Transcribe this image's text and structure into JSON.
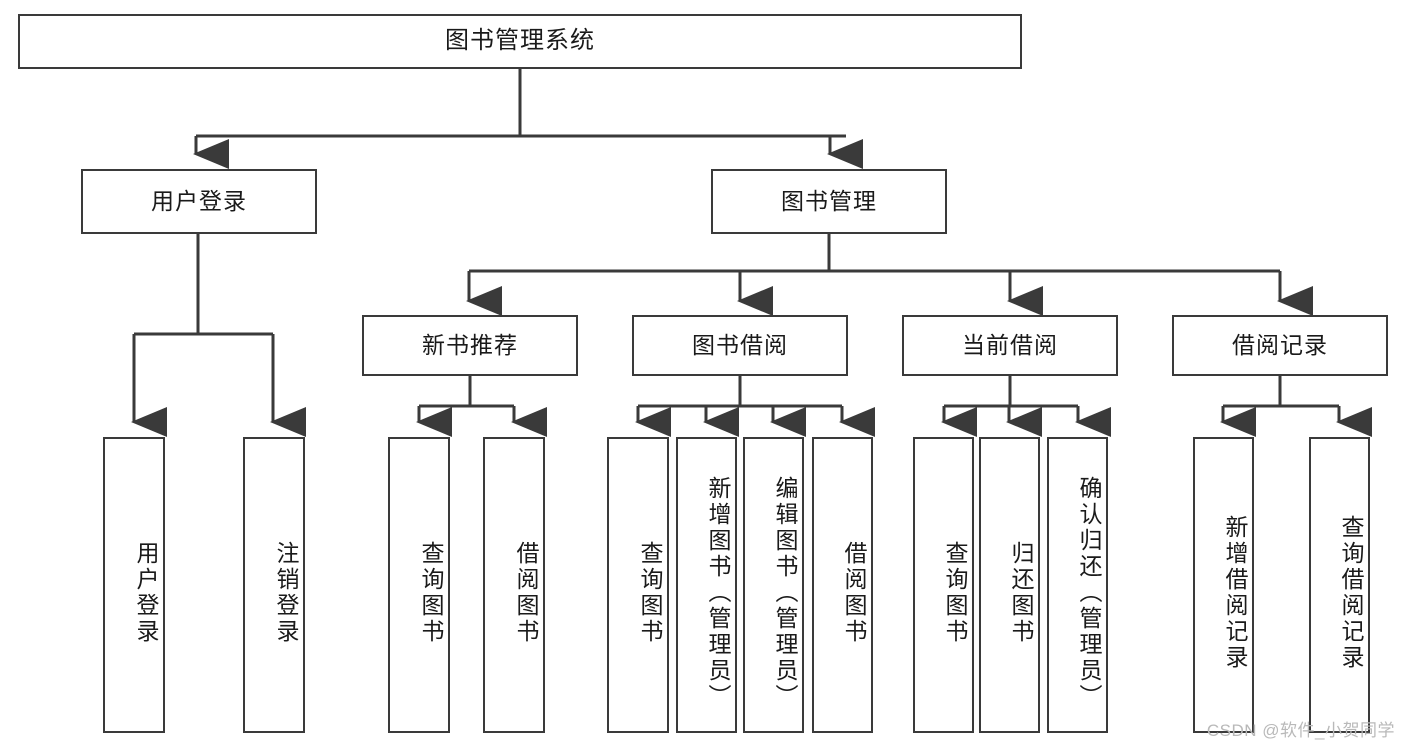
{
  "diagram": {
    "type": "tree-hierarchy-flowchart",
    "title": "图书管理系统",
    "orientation": "top-down",
    "colors": {
      "box_border": "#3a3a3a",
      "box_fill": "#ffffff",
      "connector": "#3a3a3a",
      "text": "#1a1a1a",
      "watermark": "#b9b9b9",
      "background": "#ffffff"
    },
    "root": {
      "label": "图书管理系统"
    },
    "level2": [
      {
        "label": "用户登录"
      },
      {
        "label": "图书管理"
      }
    ],
    "level3": [
      {
        "label": "新书推荐"
      },
      {
        "label": "图书借阅"
      },
      {
        "label": "当前借阅"
      },
      {
        "label": "借阅记录"
      }
    ],
    "leaves": {
      "user_login": [
        {
          "label": "用户登录"
        },
        {
          "label": "注销登录"
        }
      ],
      "new_book_recommend": [
        {
          "label": "查询图书"
        },
        {
          "label": "借阅图书"
        }
      ],
      "book_borrow": [
        {
          "label": "查询图书"
        },
        {
          "label": "新增图书（管理员）"
        },
        {
          "label": "编辑图书（管理员）"
        },
        {
          "label": "借阅图书"
        }
      ],
      "current_borrow": [
        {
          "label": "查询图书"
        },
        {
          "label": "归还图书"
        },
        {
          "label": "确认归还（管理员）"
        }
      ],
      "borrow_records": [
        {
          "label": "新增借阅记录"
        },
        {
          "label": "查询借阅记录"
        }
      ]
    }
  },
  "watermark": {
    "text": "CSDN @软件_小贺同学"
  }
}
